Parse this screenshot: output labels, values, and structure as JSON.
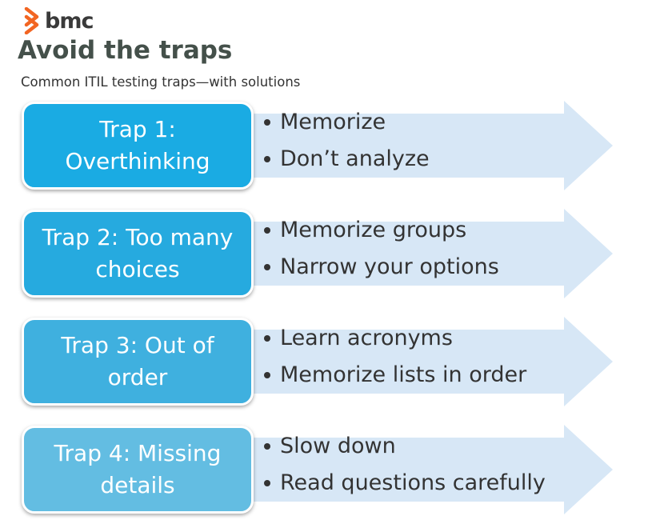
{
  "brand": {
    "logo_text": "bmc",
    "logo_icon": "bmc-chevron-logo",
    "accent": "#f26522"
  },
  "title": "Avoid the traps",
  "subtitle": "Common ITIL testing traps—with solutions",
  "arrow_color": "#d7e7f6",
  "traps": [
    {
      "label": "Trap 1: Overthinking",
      "color": "#1aabe3",
      "solutions": [
        "Memorize",
        "Don’t analyze"
      ]
    },
    {
      "label": "Trap 2: Too many choices",
      "color": "#26aadf",
      "solutions": [
        "Memorize groups",
        "Narrow your options"
      ]
    },
    {
      "label": "Trap 3: Out of order",
      "color": "#3fb0df",
      "solutions": [
        "Learn acronyms",
        "Memorize lists in order"
      ]
    },
    {
      "label": "Trap 4: Missing details",
      "color": "#63bde2",
      "solutions": [
        "Slow down",
        "Read questions carefully"
      ]
    }
  ]
}
